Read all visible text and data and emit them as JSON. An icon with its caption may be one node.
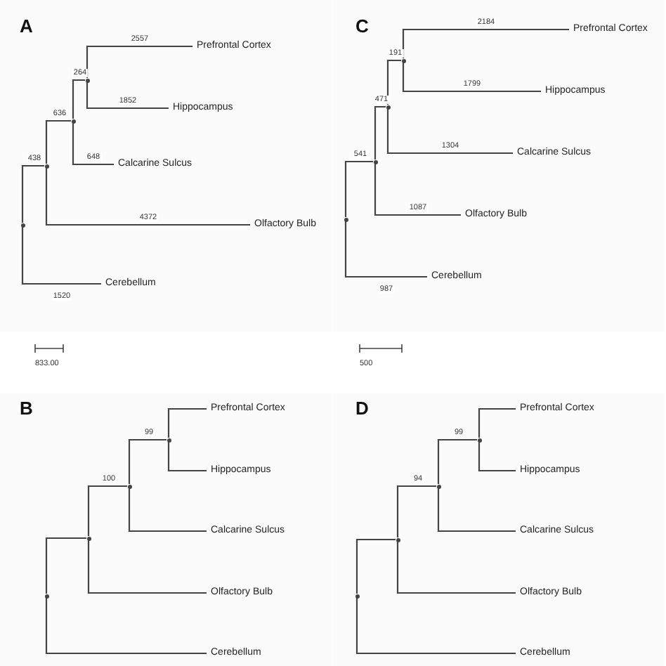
{
  "diagram": {
    "nodes": [
      {
        "text": [
          "A"
        ]
      },
      {
        "text": [],
        "shape": "point",
        "in": 0
      },
      {
        "text": [],
        "shape": "point",
        "in": 0
      },
      {
        "text": [],
        "shape": "point",
        "in": 0
      },
      {
        "text": [],
        "shape": "point",
        "in": 0
      },
      {
        "text": [
          "Prefrontal Cortex"
        ],
        "in": 0
      },
      {
        "text": [
          "Hippocampus"
        ],
        "in": 0
      },
      {
        "text": [
          "Calcarine Sulcus"
        ],
        "in": 0
      },
      {
        "text": [
          "Olfactory Bulb"
        ],
        "in": 0
      },
      {
        "text": [
          "Cerebellum"
        ],
        "in": 0
      },
      {
        "text": [
          "C"
        ]
      },
      {
        "text": [],
        "shape": "point",
        "in": 10
      },
      {
        "text": [],
        "shape": "point",
        "in": 10
      },
      {
        "text": [],
        "shape": "point",
        "in": 10
      },
      {
        "text": [],
        "shape": "point",
        "in": 10
      },
      {
        "text": [
          "Prefrontal Cortex"
        ],
        "in": 10
      },
      {
        "text": [
          "Hippocampus"
        ],
        "in": 10
      },
      {
        "text": [
          "Calcarine Sulcus"
        ],
        "in": 10
      },
      {
        "text": [
          "Olfactory Bulb"
        ],
        "in": 10
      },
      {
        "text": [
          "Cerebellum"
        ],
        "in": 10
      },
      {
        "text": [
          "B"
        ]
      },
      {
        "text": [],
        "shape": "point",
        "in": 20
      },
      {
        "text": [],
        "shape": "point",
        "in": 20
      },
      {
        "text": [],
        "shape": "point",
        "in": 20
      },
      {
        "text": [],
        "shape": "point",
        "in": 20
      },
      {
        "text": [
          "Prefrontal Cortex"
        ],
        "in": 20
      },
      {
        "text": [
          "Hippocampus"
        ],
        "in": 20
      },
      {
        "text": [
          "Calcarine Sulcus"
        ],
        "in": 20
      },
      {
        "text": [
          "Olfactory Bulb"
        ],
        "in": 20
      },
      {
        "text": [
          "Cerebellum"
        ],
        "in": 20
      },
      {
        "text": [
          "D"
        ]
      },
      {
        "text": [],
        "shape": "point",
        "in": 30
      },
      {
        "text": [],
        "shape": "point",
        "in": 30
      },
      {
        "text": [],
        "shape": "point",
        "in": 30
      },
      {
        "text": [],
        "shape": "point",
        "in": 30
      },
      {
        "text": [
          "Prefrontal Cortex"
        ],
        "in": 30
      },
      {
        "text": [
          "Hippocampus"
        ],
        "in": 30
      },
      {
        "text": [
          "Calcarine Sulcus"
        ],
        "in": 30
      },
      {
        "text": [
          "Olfactory Bulb"
        ],
        "in": 30
      },
      {
        "text": [
          "Cerebellum"
        ],
        "in": 30
      }
    ],
    "edges": [
      {
        "from": 1,
        "to": 2,
        "arrow": "none",
        "label": "438"
      },
      {
        "from": 1,
        "to": 9,
        "arrow": "none",
        "label": "1520"
      },
      {
        "from": 2,
        "to": 3,
        "arrow": "none",
        "label": "636"
      },
      {
        "from": 2,
        "to": 8,
        "arrow": "none",
        "label": "4372"
      },
      {
        "from": 3,
        "to": 4,
        "arrow": "none",
        "label": "264"
      },
      {
        "from": 3,
        "to": 7,
        "arrow": "none",
        "label": "648"
      },
      {
        "from": 4,
        "to": 5,
        "arrow": "none",
        "label": "2557"
      },
      {
        "from": 4,
        "to": 6,
        "arrow": "none",
        "label": "1852"
      },
      {
        "from": 11,
        "to": 12,
        "arrow": "none",
        "label": "541"
      },
      {
        "from": 11,
        "to": 19,
        "arrow": "none",
        "label": "987"
      },
      {
        "from": 12,
        "to": 13,
        "arrow": "none",
        "label": "471"
      },
      {
        "from": 12,
        "to": 18,
        "arrow": "none",
        "label": "1087"
      },
      {
        "from": 13,
        "to": 14,
        "arrow": "none",
        "label": "191"
      },
      {
        "from": 13,
        "to": 17,
        "arrow": "none",
        "label": "1304"
      },
      {
        "from": 14,
        "to": 15,
        "arrow": "none",
        "label": "2184"
      },
      {
        "from": 14,
        "to": 16,
        "arrow": "none",
        "label": "1799"
      },
      {
        "from": 21,
        "to": 22,
        "arrow": "none"
      },
      {
        "from": 21,
        "to": 29,
        "arrow": "none"
      },
      {
        "from": 22,
        "to": 23,
        "arrow": "none",
        "label": "100"
      },
      {
        "from": 22,
        "to": 28,
        "arrow": "none"
      },
      {
        "from": 23,
        "to": 24,
        "arrow": "none",
        "label": "99"
      },
      {
        "from": 23,
        "to": 27,
        "arrow": "none"
      },
      {
        "from": 24,
        "to": 25,
        "arrow": "none"
      },
      {
        "from": 24,
        "to": 26,
        "arrow": "none"
      },
      {
        "from": 31,
        "to": 32,
        "arrow": "none"
      },
      {
        "from": 31,
        "to": 39,
        "arrow": "none"
      },
      {
        "from": 32,
        "to": 33,
        "arrow": "none",
        "label": "94"
      },
      {
        "from": 32,
        "to": 38,
        "arrow": "none"
      },
      {
        "from": 33,
        "to": 34,
        "arrow": "none",
        "label": "99"
      },
      {
        "from": 33,
        "to": 37,
        "arrow": "none"
      },
      {
        "from": 34,
        "to": 35,
        "arrow": "none"
      },
      {
        "from": 34,
        "to": 36,
        "arrow": "none"
      }
    ],
    "labels": [
      "833.00",
      "500"
    ]
  }
}
